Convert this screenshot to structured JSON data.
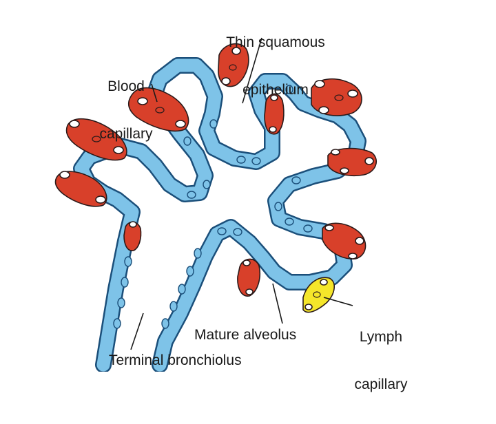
{
  "diagram": {
    "labels": {
      "thin_squamous_line1": "Thin squamous",
      "thin_squamous_line2": "epithelium",
      "blood_line1": "Blood",
      "blood_line2": "capillary",
      "lymph_line1": "Lymph",
      "lymph_line2": "capillary",
      "mature_alveolus": "Mature alveolus",
      "terminal_bronchiolus": "Terminal bronchiolus"
    },
    "colors": {
      "epithelium": "#7ec3e8",
      "epithelium_outline": "#1b4f7a",
      "blood_capillary": "#d8402a",
      "lymph_capillary": "#f5e62a",
      "cell_nucleus": "#ffffff"
    }
  }
}
